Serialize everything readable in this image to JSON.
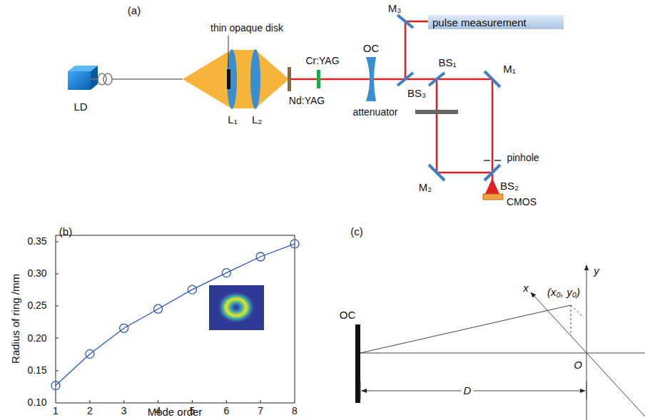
{
  "diagram": {
    "nodes": [
      {
        "text": [
          "pulse measurement"
        ]
      }
    ],
    "labels": [
      "(a)",
      "thin opaque disk",
      "LD",
      "L₁",
      "L₂",
      "Nd:YAG",
      "Cr:YAG",
      "OC",
      "M₃",
      "BS₃",
      "BS₁",
      "M₁",
      "attenuator",
      "pinhole",
      "BS₂",
      "M₂",
      "CMOS",
      "(b)",
      "0.35",
      "0.30",
      "0.25",
      "0.20",
      "0.15",
      "0.10",
      "1",
      "2",
      "3",
      "4",
      "5",
      "6",
      "7",
      "8",
      "Radius of ring /mm",
      "Mode order",
      "(c)",
      "OC",
      "x",
      "y",
      "(x₀, y₀)",
      "O",
      "D"
    ]
  }
}
